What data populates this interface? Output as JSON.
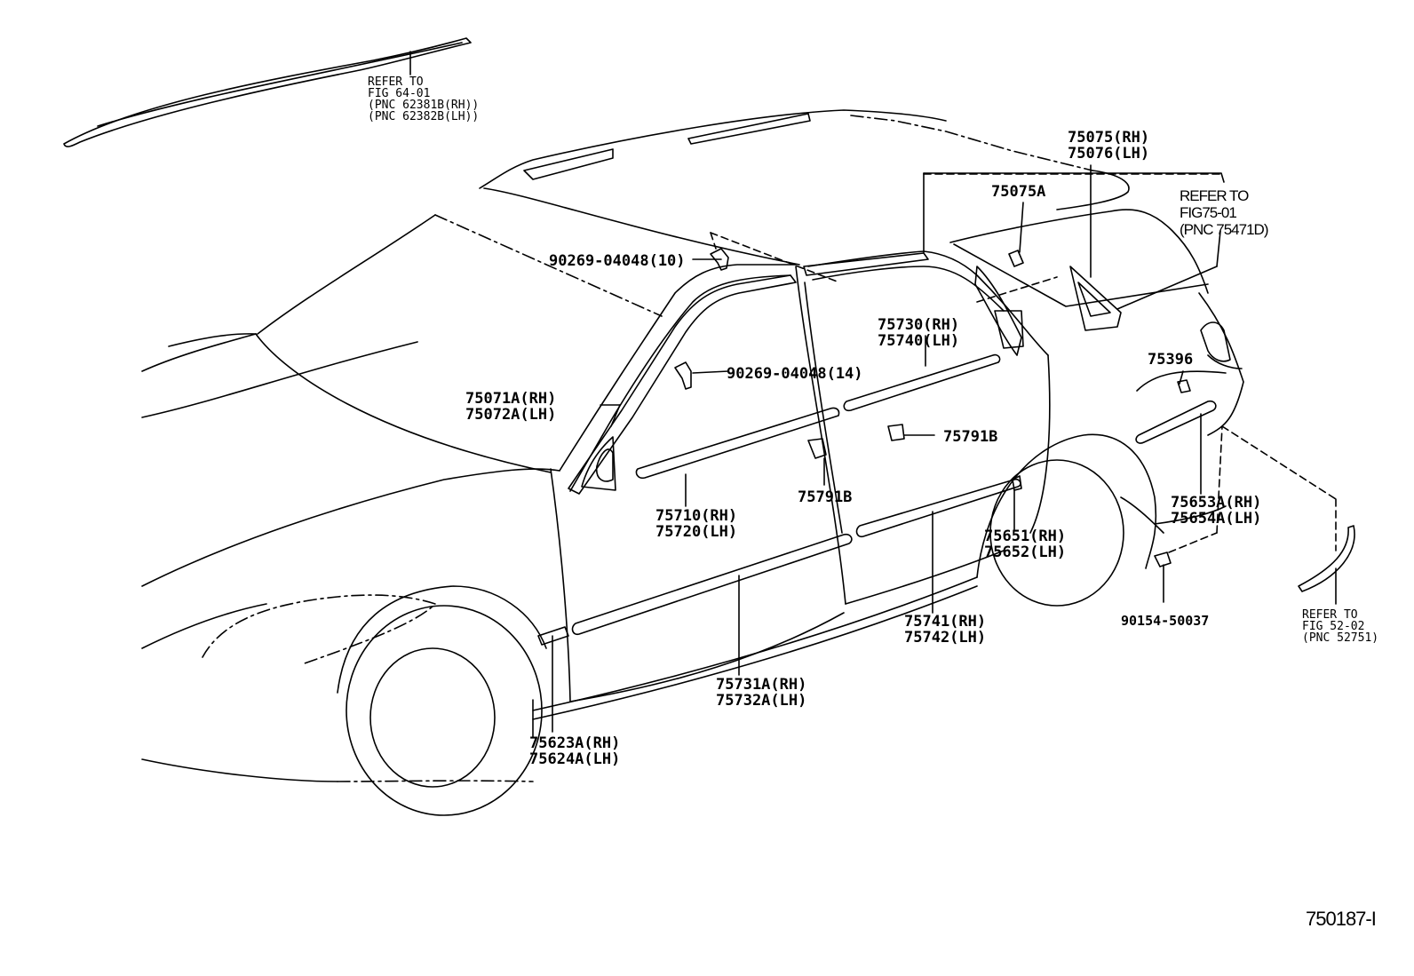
{
  "diagram": {
    "drawing_number": "750187-I",
    "references": [
      {
        "id": "ref-roof-rail",
        "lines": [
          "REFER TO",
          "FIG 64-01",
          "(PNC 62381B(RH))",
          "(PNC 62382B(LH))"
        ]
      },
      {
        "id": "ref-quarter-window",
        "lines": [
          "REFER TO",
          "FIG75-01",
          "(PNC 75471D)"
        ]
      },
      {
        "id": "ref-mudguard",
        "lines": [
          "REFER TO",
          "FIG 52-02",
          "(PNC 52751)"
        ]
      }
    ],
    "parts": [
      {
        "id": "p-90269-04048-10",
        "lines": [
          "90269-04048(10)"
        ]
      },
      {
        "id": "p-90269-04048-14",
        "lines": [
          "90269-04048(14)"
        ]
      },
      {
        "id": "p-75071a",
        "lines": [
          "75071A(RH)",
          "75072A(LH)"
        ]
      },
      {
        "id": "p-75075",
        "lines": [
          "75075(RH)",
          "75076(LH)"
        ]
      },
      {
        "id": "p-75075a",
        "lines": [
          "75075A"
        ]
      },
      {
        "id": "p-75730",
        "lines": [
          "75730(RH)",
          "75740(LH)"
        ]
      },
      {
        "id": "p-75396",
        "lines": [
          "75396"
        ]
      },
      {
        "id": "p-75791b-rear",
        "lines": [
          "75791B"
        ]
      },
      {
        "id": "p-75791b-front",
        "lines": [
          "75791B"
        ]
      },
      {
        "id": "p-75710",
        "lines": [
          "75710(RH)",
          "75720(LH)"
        ]
      },
      {
        "id": "p-75651",
        "lines": [
          "75651(RH)",
          "75652(LH)"
        ]
      },
      {
        "id": "p-75653a",
        "lines": [
          "75653A(RH)",
          "75654A(LH)"
        ]
      },
      {
        "id": "p-90154-50037",
        "lines": [
          "90154-50037"
        ]
      },
      {
        "id": "p-75741",
        "lines": [
          "75741(RH)",
          "75742(LH)"
        ]
      },
      {
        "id": "p-75731a",
        "lines": [
          "75731A(RH)",
          "75732A(LH)"
        ]
      },
      {
        "id": "p-75623a",
        "lines": [
          "75623A(RH)",
          "75624A(LH)"
        ]
      }
    ]
  }
}
